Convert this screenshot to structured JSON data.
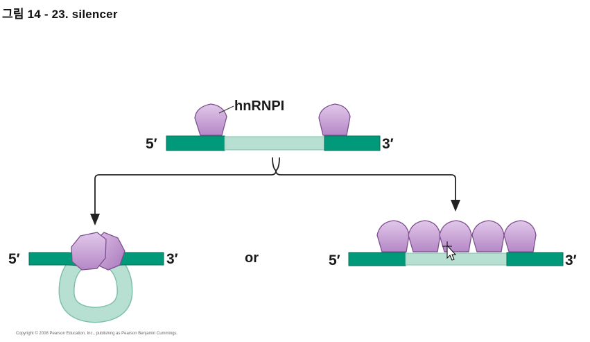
{
  "title": "그림 14 - 23. silencer",
  "protein_label": "hnRNPI",
  "ends": {
    "five": "5′",
    "three": "3′"
  },
  "or_label": "or",
  "copyright": "Copyright © 2008 Pearson Education, Inc., publishing as Pearson Benjamin Cummings.",
  "colors": {
    "exon": "#009a7a",
    "intron": "#b7e0d3",
    "protein": "#c9a0d6",
    "protein_edge": "#7d4f8e",
    "arrow": "#222222"
  }
}
